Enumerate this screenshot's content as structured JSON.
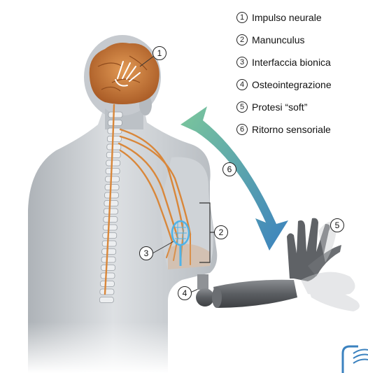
{
  "legend": [
    {
      "num": "1",
      "label": "Impulso neurale"
    },
    {
      "num": "2",
      "label": "Manunculus"
    },
    {
      "num": "3",
      "label": "Interfaccia bionica"
    },
    {
      "num": "4",
      "label": "Osteointegrazione"
    },
    {
      "num": "5",
      "label": "Protesi “soft”"
    },
    {
      "num": "6",
      "label": "Ritorno sensoriale"
    }
  ],
  "callouts": [
    "1",
    "2",
    "3",
    "4",
    "5",
    "6"
  ],
  "colors": {
    "nerve": "#d9873a",
    "brain": "#c8733a",
    "body": "#c3c8cc",
    "interface": "#4fb3e8",
    "arrow_top": "#7cc79b",
    "arrow_bottom": "#3b82bf",
    "prosthesis": "#5f6266"
  }
}
